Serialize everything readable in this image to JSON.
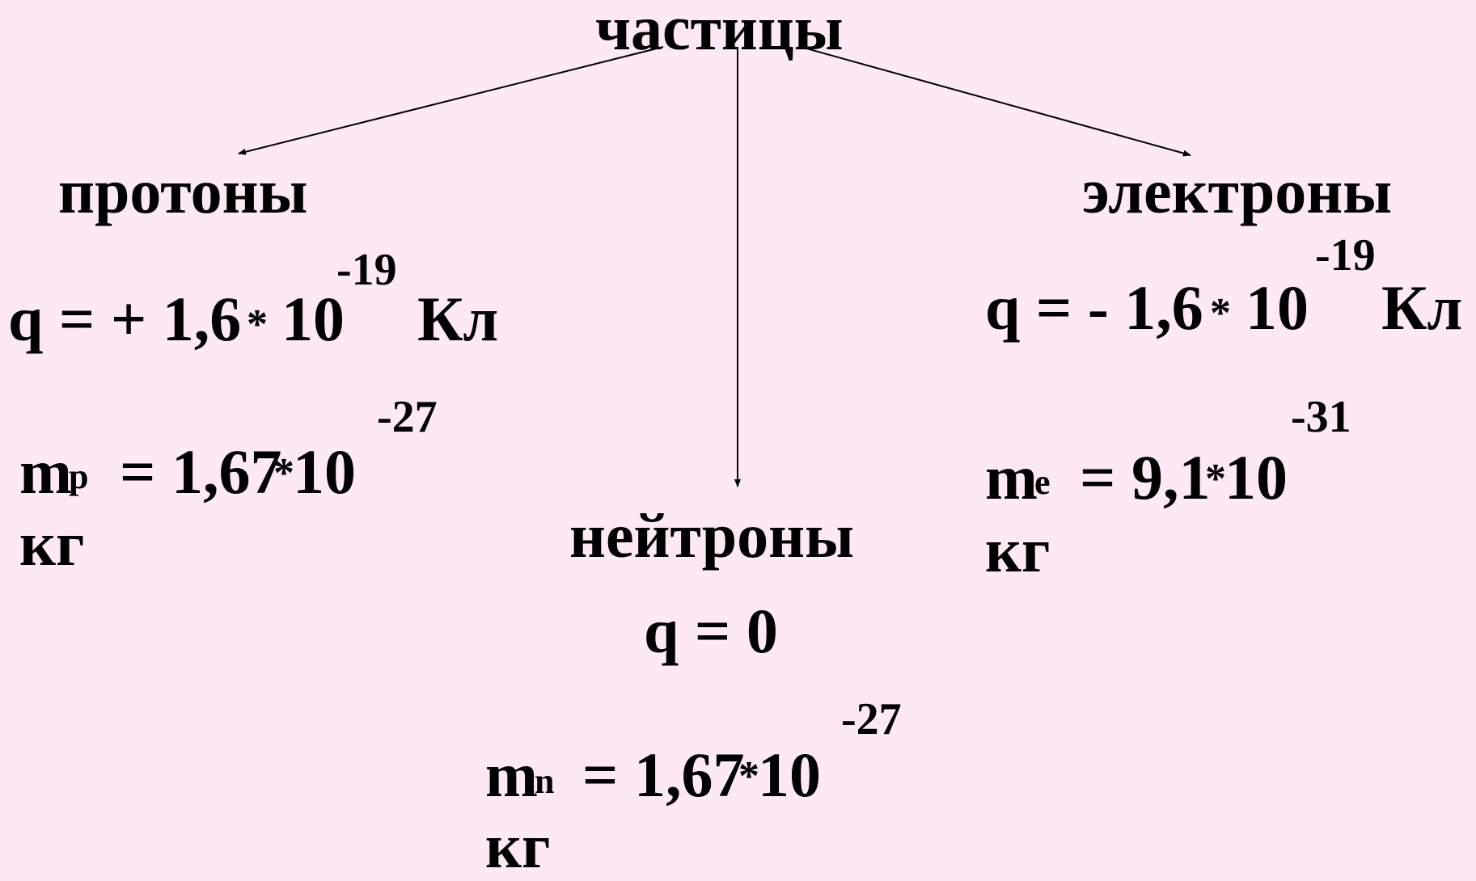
{
  "diagram": {
    "root": {
      "label": "частицы"
    },
    "protons": {
      "label": "протоны",
      "charge": {
        "prefix": "q = + 1,6",
        "star": "*",
        "base": "10",
        "exponent": "-19",
        "unit": "Кл"
      },
      "mass": {
        "symbol": "m",
        "subscript": "p",
        "equals": "= 1,67",
        "star": "*",
        "base": "10",
        "exponent": "-27",
        "unit": "кг"
      }
    },
    "neutrons": {
      "label": "нейтроны",
      "charge": {
        "text": "q = 0"
      },
      "mass": {
        "symbol": "m",
        "subscript": "n",
        "equals": "= 1,67",
        "star": "*",
        "base": "10",
        "exponent": "-27",
        "unit": "кг"
      }
    },
    "electrons": {
      "label": "электроны",
      "charge": {
        "prefix": "q = - 1,6",
        "star": "*",
        "base": "10",
        "exponent": "-19",
        "unit": "Кл"
      },
      "mass": {
        "symbol": "m",
        "subscript": "e",
        "equals": "= 9,1",
        "star": "*",
        "base": "10",
        "exponent": "-31",
        "unit": "кг"
      }
    },
    "colors": {
      "background": "#fde9f3",
      "text": "#000000",
      "arrow": "#000000"
    }
  }
}
